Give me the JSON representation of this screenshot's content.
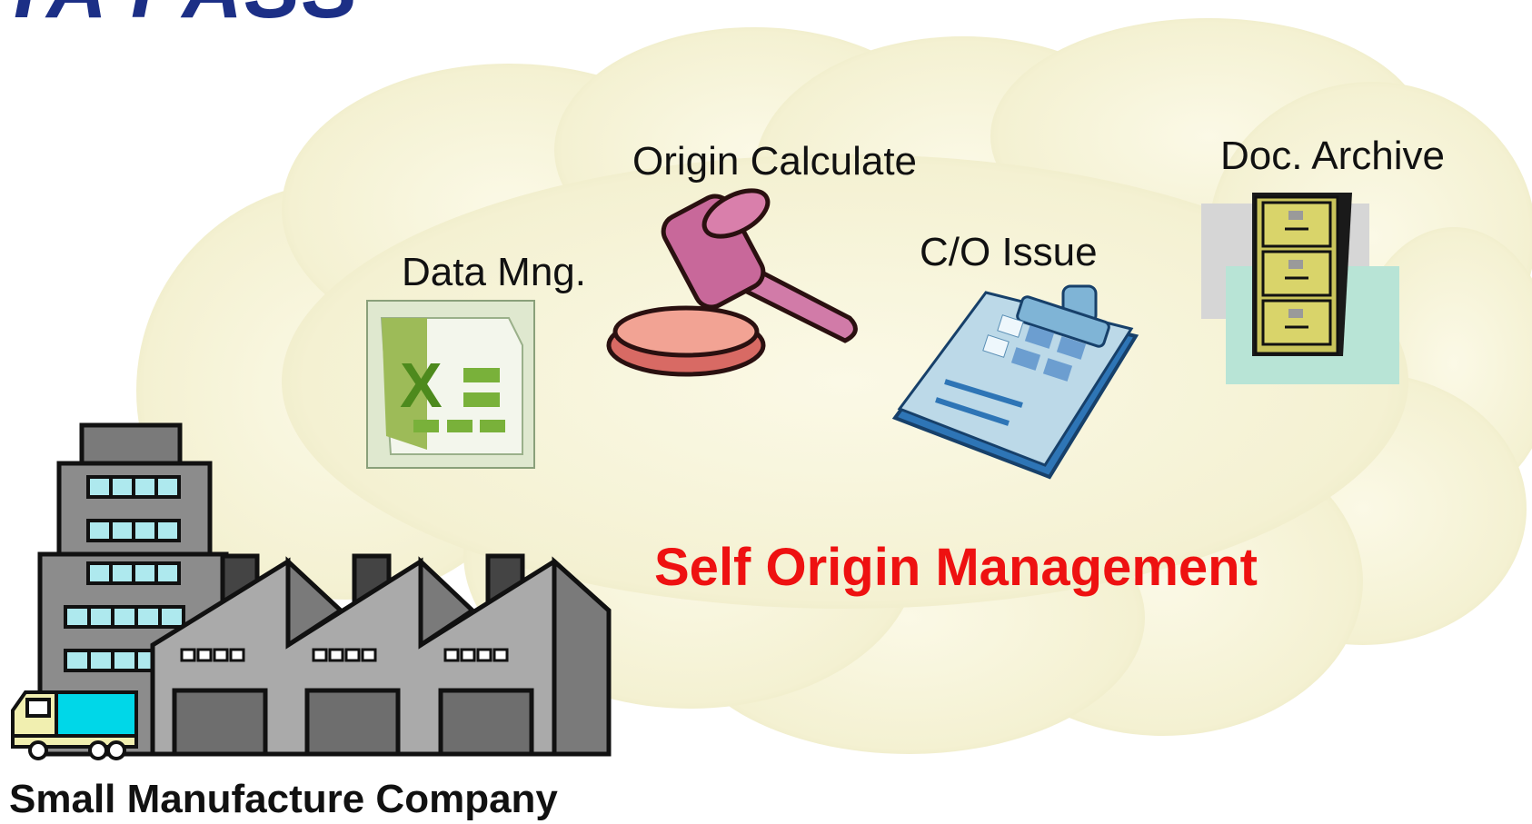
{
  "logo": {
    "text": "TA PASS"
  },
  "diagram": {
    "cloud_title": "Self Origin Management",
    "company_label": "Small Manufacture Company",
    "modules": [
      {
        "label": "Data Mng.",
        "icon": "spreadsheet-icon"
      },
      {
        "label": "Origin Calculate",
        "icon": "gavel-icon"
      },
      {
        "label": "C/O Issue",
        "icon": "clipboard-icon"
      },
      {
        "label": "Doc. Archive",
        "icon": "file-cabinet-icon"
      }
    ]
  },
  "colors": {
    "cloud_fill": "#fbf9e6",
    "title_red": "#ee1111",
    "logo_blue": "#1c2f86",
    "building_gray": "#8c8c8c",
    "window_cyan": "#aee9ee",
    "truck_cyan": "#00d7e8"
  }
}
